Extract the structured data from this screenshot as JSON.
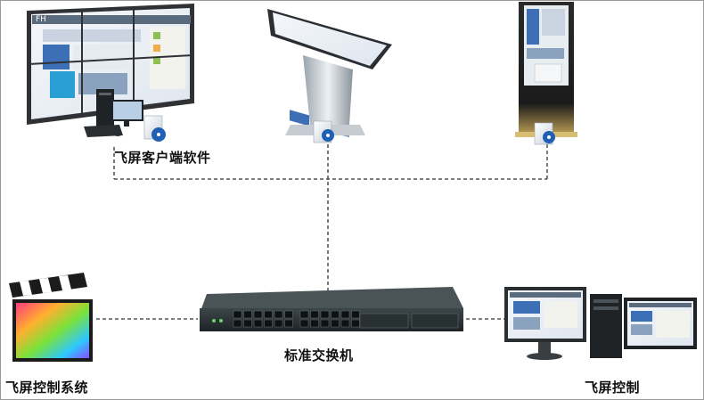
{
  "labels": {
    "client_software": "飞屏客户端软件",
    "switch": "标准交换机",
    "control_system": "飞屏控制系统",
    "control": "飞屏控制"
  },
  "wall_logo": "FH",
  "colors": {
    "line": "#333333",
    "switch_body": "#2a3234",
    "disc_blue": "#1f5fb4"
  }
}
